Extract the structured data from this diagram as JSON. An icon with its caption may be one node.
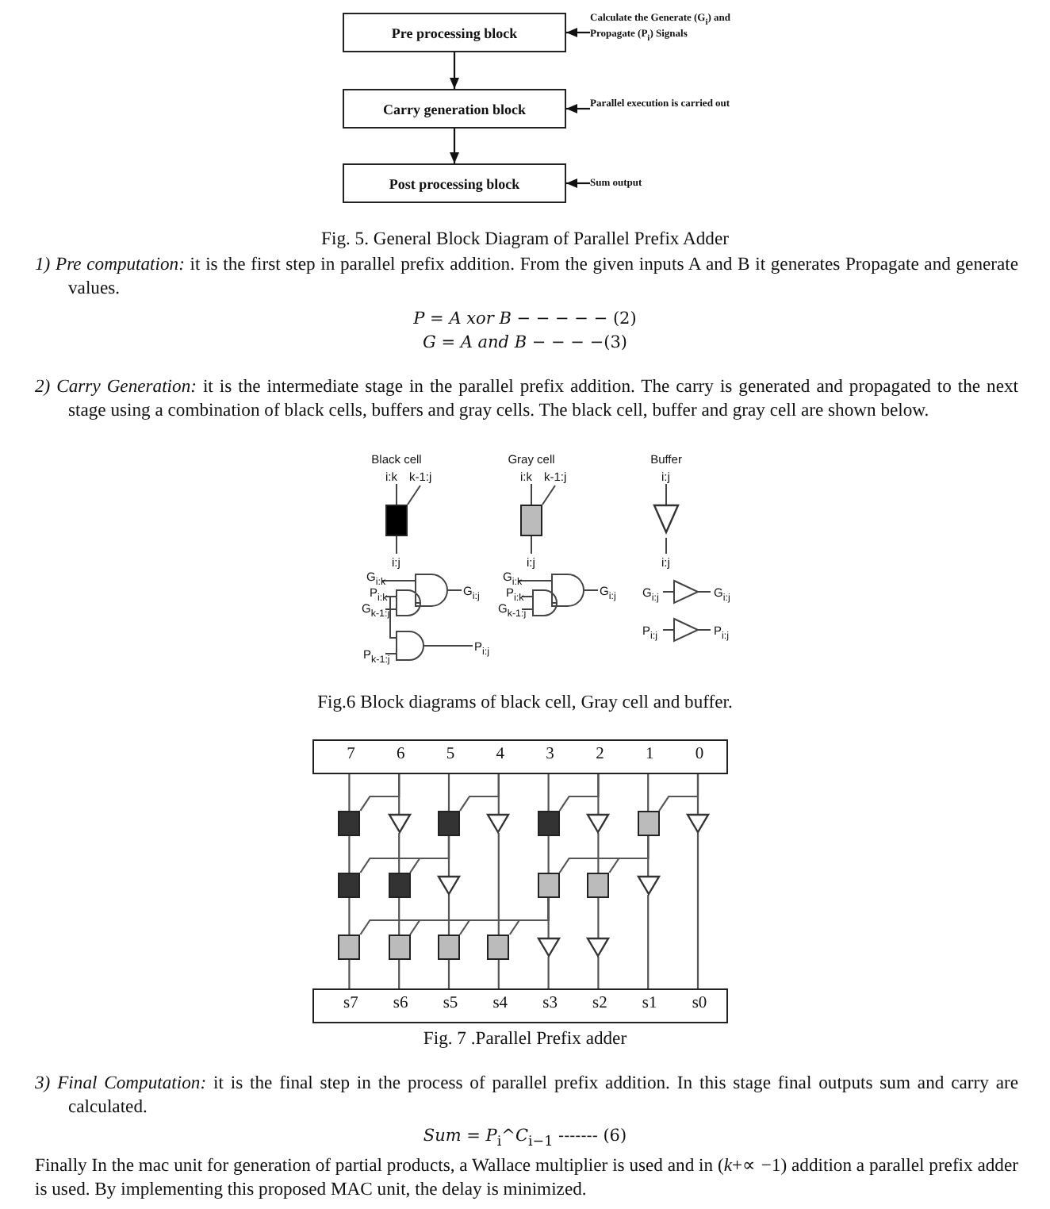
{
  "diagram": {
    "nodes": [
      {
        "text": [
          "Pre processing block"
        ]
      },
      {
        "text": [
          "Carry generation block"
        ]
      },
      {
        "text": [
          "Post processing block"
        ]
      },
      {
        "text": [
          "Calculate the Generate (G$_{i}$) and Propagate (P$_{i}$) Signals"
        ]
      },
      {
        "text": [
          "Parallel execution is carried out"
        ]
      },
      {
        "text": [
          "Sum output"
        ]
      },
      {
        "text": [
          "Black cell"
        ]
      },
      {
        "text": [
          "Gray cell"
        ]
      },
      {
        "text": [
          "Buffer"
        ]
      },
      {
        "text": [
          "7",
          "6",
          "5",
          "4",
          "3",
          "2",
          "1",
          "0"
        ]
      },
      {
        "text": [],
        "shape": "box"
      },
      {
        "text": [],
        "shape": "triangle"
      },
      {
        "text": [],
        "shape": "box"
      },
      {
        "text": [],
        "shape": "triangle"
      },
      {
        "text": [],
        "shape": "box"
      },
      {
        "text": [],
        "shape": "triangle"
      },
      {
        "text": [],
        "shape": "box"
      },
      {
        "text": [],
        "shape": "triangle"
      },
      {
        "text": [],
        "shape": "box"
      },
      {
        "text": [],
        "shape": "box"
      },
      {
        "text": [],
        "shape": "triangle"
      },
      {
        "text": [],
        "shape": "box"
      },
      {
        "text": [],
        "shape": "box"
      },
      {
        "text": [],
        "shape": "triangle"
      },
      {
        "text": [],
        "shape": "box"
      },
      {
        "text": [],
        "shape": "box"
      },
      {
        "text": [],
        "shape": "box"
      },
      {
        "text": [],
        "shape": "box"
      },
      {
        "text": [],
        "shape": "triangle"
      },
      {
        "text": [],
        "shape": "triangle"
      },
      {
        "text": [
          "s7",
          "s6",
          "s5",
          "s4",
          "s3",
          "s2",
          "s1",
          "s0"
        ]
      }
    ],
    "edges": [
      {
        "from": 0,
        "to": 1,
        "arrow": "to"
      },
      {
        "from": 1,
        "to": 2,
        "arrow": "to"
      },
      {
        "from": 3,
        "to": 0,
        "arrow": "to"
      },
      {
        "from": 4,
        "to": 1,
        "arrow": "to"
      },
      {
        "from": 5,
        "to": 2,
        "arrow": "to"
      },
      {
        "from": 9,
        "to": 10,
        "arrow": "none"
      },
      {
        "from": 10,
        "to": 18,
        "arrow": "none"
      },
      {
        "from": 18,
        "to": 24,
        "arrow": "none"
      },
      {
        "from": 24,
        "to": 30,
        "arrow": "none"
      },
      {
        "from": 9,
        "to": 11,
        "arrow": "none"
      },
      {
        "from": 11,
        "to": 19,
        "arrow": "none"
      },
      {
        "from": 19,
        "to": 25,
        "arrow": "none"
      },
      {
        "from": 25,
        "to": 30,
        "arrow": "none"
      },
      {
        "from": 9,
        "to": 12,
        "arrow": "none"
      },
      {
        "from": 12,
        "to": 20,
        "arrow": "none"
      },
      {
        "from": 20,
        "to": 26,
        "arrow": "none"
      },
      {
        "from": 26,
        "to": 30,
        "arrow": "none"
      },
      {
        "from": 9,
        "to": 13,
        "arrow": "none"
      },
      {
        "from": 13,
        "to": 27,
        "arrow": "none"
      },
      {
        "from": 27,
        "to": 30,
        "arrow": "none"
      },
      {
        "from": 9,
        "to": 14,
        "arrow": "none"
      },
      {
        "from": 14,
        "to": 21,
        "arrow": "none"
      },
      {
        "from": 21,
        "to": 28,
        "arrow": "none"
      },
      {
        "from": 28,
        "to": 30,
        "arrow": "none"
      },
      {
        "from": 9,
        "to": 15,
        "arrow": "none"
      },
      {
        "from": 15,
        "to": 22,
        "arrow": "none"
      },
      {
        "from": 22,
        "to": 29,
        "arrow": "none"
      },
      {
        "from": 29,
        "to": 30,
        "arrow": "none"
      },
      {
        "from": 9,
        "to": 16,
        "arrow": "none"
      },
      {
        "from": 16,
        "to": 23,
        "arrow": "none"
      },
      {
        "from": 23,
        "to": 30,
        "arrow": "none"
      },
      {
        "from": 9,
        "to": 17,
        "arrow": "none"
      },
      {
        "from": 17,
        "to": 30,
        "arrow": "none"
      },
      {
        "from": 9,
        "to": 10,
        "arrow": "none"
      },
      {
        "from": 9,
        "to": 12,
        "arrow": "none"
      },
      {
        "from": 9,
        "to": 14,
        "arrow": "none"
      },
      {
        "from": 9,
        "to": 16,
        "arrow": "none"
      },
      {
        "from": 12,
        "to": 18,
        "arrow": "none"
      },
      {
        "from": 12,
        "to": 19,
        "arrow": "none"
      },
      {
        "from": 16,
        "to": 21,
        "arrow": "none"
      },
      {
        "from": 16,
        "to": 22,
        "arrow": "none"
      },
      {
        "from": 21,
        "to": 24,
        "arrow": "none"
      },
      {
        "from": 21,
        "to": 25,
        "arrow": "none"
      },
      {
        "from": 21,
        "to": 26,
        "arrow": "none"
      },
      {
        "from": 21,
        "to": 27,
        "arrow": "none"
      }
    ],
    "labels": [
      "Fig. 5. General Block Diagram of Parallel Prefix Adder",
      "*1) Pre computation:* it is the first step in parallel prefix addition. From the given inputs A and B it generates Propagate and generate values.",
      "*P = A xor B* − − − − − (2)",
      "*G = A and B* − − − −(3)",
      "*2) Carry Generation:* it is the intermediate stage in the parallel prefix addition. The carry is generated and propagated to the next stage using a combination of black cells, buffers and gray cells. The black cell, buffer and gray cell are shown below.",
      "i:k",
      "k-1:j",
      "i:k",
      "k-1:j",
      "i:j",
      "i:j",
      "i:j",
      "i:j",
      "G$_{i:k}$",
      "P$_{i:k}$",
      "G$_{k-1:j}$",
      "G$_{i:j}$",
      "P$_{k-1:j}$",
      "P$_{i:j}$",
      "G$_{i:k}$",
      "P$_{i:k}$",
      "G$_{k-1:j}$",
      "G$_{i:j}$",
      "G$_{i:j}$",
      "G$_{i:j}$",
      "P$_{i:j}$",
      "P$_{i:j}$",
      "Fig.6 Block diagrams of black cell, Gray cell and buffer.",
      "Fig. 7 .Parallel Prefix adder",
      "*3) Final Computation:* it is the final step in the process of parallel prefix addition. In this stage final outputs sum and carry are calculated.",
      "*Sum = P*$_{i}$*^C*$_{i−1}$    ------- (6)",
      "Finally In the mac unit for generation of partial products, a Wallace multiplier is used and in (*k*+∝ −1)  addition a parallel prefix adder is used. By implementing this proposed MAC unit, the delay is minimized."
    ]
  }
}
